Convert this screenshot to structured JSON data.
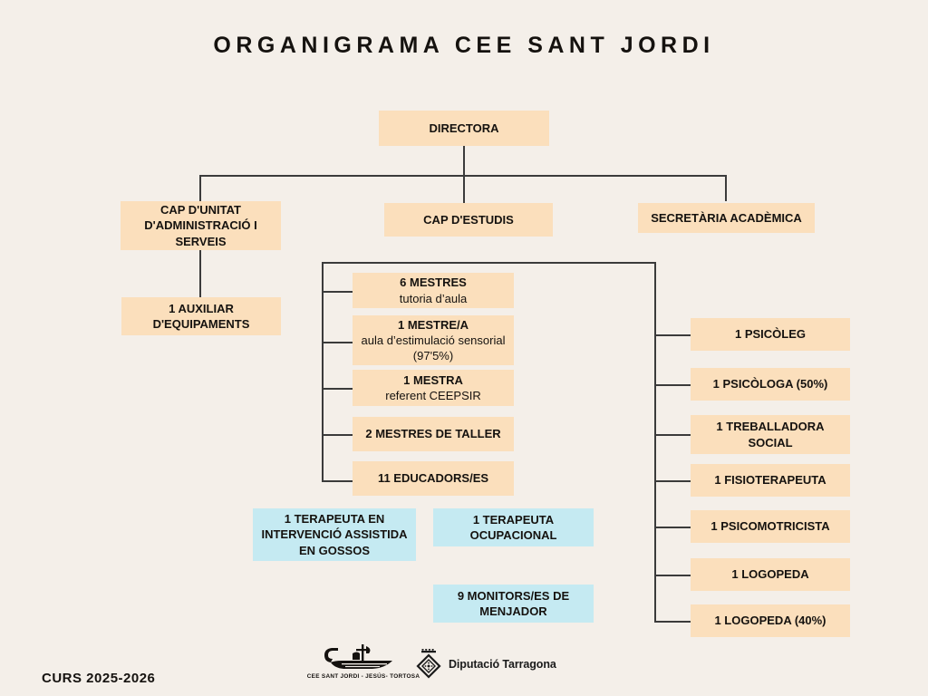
{
  "title": "ORGANIGRAMA CEE SANT JORDI",
  "colors": {
    "background": "#F4EFE9",
    "node_fill": "#FBDFBC",
    "node_alt_fill": "#C5EAF2",
    "line": "#3b3b3b",
    "text": "#15120f"
  },
  "nodes": {
    "director": {
      "label": "DIRECTORA"
    },
    "cap_unitat": {
      "label": "CAP D'UNITAT D'ADMINISTRACIÓ I SERVEIS"
    },
    "cap_estudis": {
      "label": "CAP D'ESTUDIS"
    },
    "secretaria": {
      "label": "SECRETÀRIA ACADÈMICA"
    },
    "auxiliar": {
      "label": "1 AUXILIAR D'EQUIPAMENTS"
    }
  },
  "teaching_staff": [
    {
      "title": "6 MESTRES",
      "sub": "tutoria d’aula"
    },
    {
      "title": "1 MESTRE/A",
      "sub": "aula d’estimulació sensorial (97'5%)"
    },
    {
      "title": "1 MESTRA",
      "sub": "referent CEEPSIR"
    },
    {
      "title": "2 MESTRES DE TALLER",
      "sub": ""
    },
    {
      "title": "11 EDUCADORS/ES",
      "sub": ""
    }
  ],
  "support_staff": [
    {
      "label": "1 PSICÒLEG"
    },
    {
      "label": "1 PSICÒLOGA (50%)"
    },
    {
      "label": "1 TREBALLADORA SOCIAL"
    },
    {
      "label": "1 FISIOTERAPEUTA"
    },
    {
      "label": "1 PSICOMOTRICISTA"
    },
    {
      "label": "1 LOGOPEDA"
    },
    {
      "label": "1 LOGOPEDA (40%)"
    }
  ],
  "external_staff": [
    {
      "label": "1 TERAPEUTA EN INTERVENCIÓ ASSISTIDA EN GOSSOS"
    },
    {
      "label": "1 TERAPEUTA OCUPACIONAL"
    },
    {
      "label": "9 MONITORS/ES DE MENJADOR"
    }
  ],
  "footer": {
    "curs": "CURS 2025-2026",
    "school_logo_caption": "CEE SANT JORDI - JESÚS- TORTOSA",
    "diputacio_label": "Diputació Tarragona"
  }
}
